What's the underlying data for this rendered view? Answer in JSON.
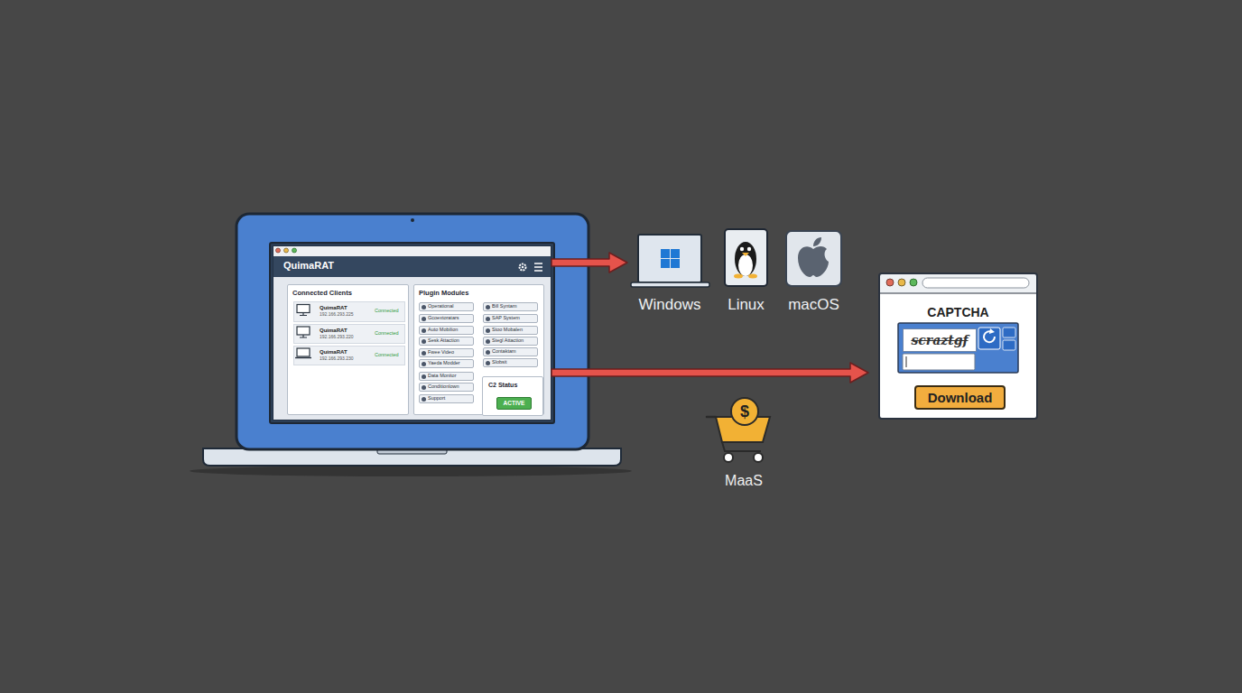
{
  "diagram": {
    "nodes": [
      {
        "text": [
          "QuimaRAT"
        ]
      },
      {
        "text": [
          "Connected Clients"
        ],
        "in": 0
      },
      {
        "text": [
          "QuimaRAT",
          "192.166.293.225",
          "Connected"
        ],
        "in": 1
      },
      {
        "text": [
          "QuimaRAT",
          "192.166.293.220",
          "Connected"
        ],
        "in": 1
      },
      {
        "text": [
          "QuimaRAT",
          "192.166.293.230",
          "Connected"
        ],
        "in": 1
      },
      {
        "text": [
          "Plugin Modules"
        ],
        "in": 0
      },
      {
        "text": [
          "Operational"
        ],
        "in": 5
      },
      {
        "text": [
          "Gcoextoratars"
        ],
        "in": 5
      },
      {
        "text": [
          "Auto Mobilion"
        ],
        "in": 5
      },
      {
        "text": [
          "Sesk Attaction"
        ],
        "in": 5
      },
      {
        "text": [
          "Fwee Video"
        ],
        "in": 5
      },
      {
        "text": [
          "Yaeda Modder"
        ],
        "in": 5
      },
      {
        "text": [
          "Data Monitor"
        ],
        "in": 5
      },
      {
        "text": [
          "Conditionlown"
        ],
        "in": 5
      },
      {
        "text": [
          "Support"
        ],
        "in": 5
      },
      {
        "text": [
          "Bill Syntam"
        ],
        "in": 5
      },
      {
        "text": [
          "SAP System"
        ],
        "in": 5
      },
      {
        "text": [
          "Stoo Mobalen"
        ],
        "in": 5
      },
      {
        "text": [
          "Stegl Attaction"
        ],
        "in": 5
      },
      {
        "text": [
          "Contaktam"
        ],
        "in": 5
      },
      {
        "text": [
          "Slobsit"
        ],
        "in": 5
      },
      {
        "text": [
          "C2 Status"
        ],
        "in": 5
      },
      {
        "text": [
          "ACTIVE"
        ],
        "in": 21
      },
      {
        "text": [
          "Windows"
        ]
      },
      {
        "text": [
          "Linux"
        ]
      },
      {
        "text": [
          "macOS"
        ]
      },
      {
        "text": [
          "CAPTCHA"
        ]
      },
      {
        "text": [
          "scraztgf"
        ],
        "in": 26
      },
      {
        "text": [
          "Download"
        ],
        "in": 26
      }
    ],
    "edges": [
      {
        "from": 0,
        "to": 23,
        "arrow": "to"
      },
      {
        "from": 0,
        "to": 26,
        "arrow": "to"
      }
    ],
    "labels": [
      "$",
      "MaaS"
    ]
  }
}
